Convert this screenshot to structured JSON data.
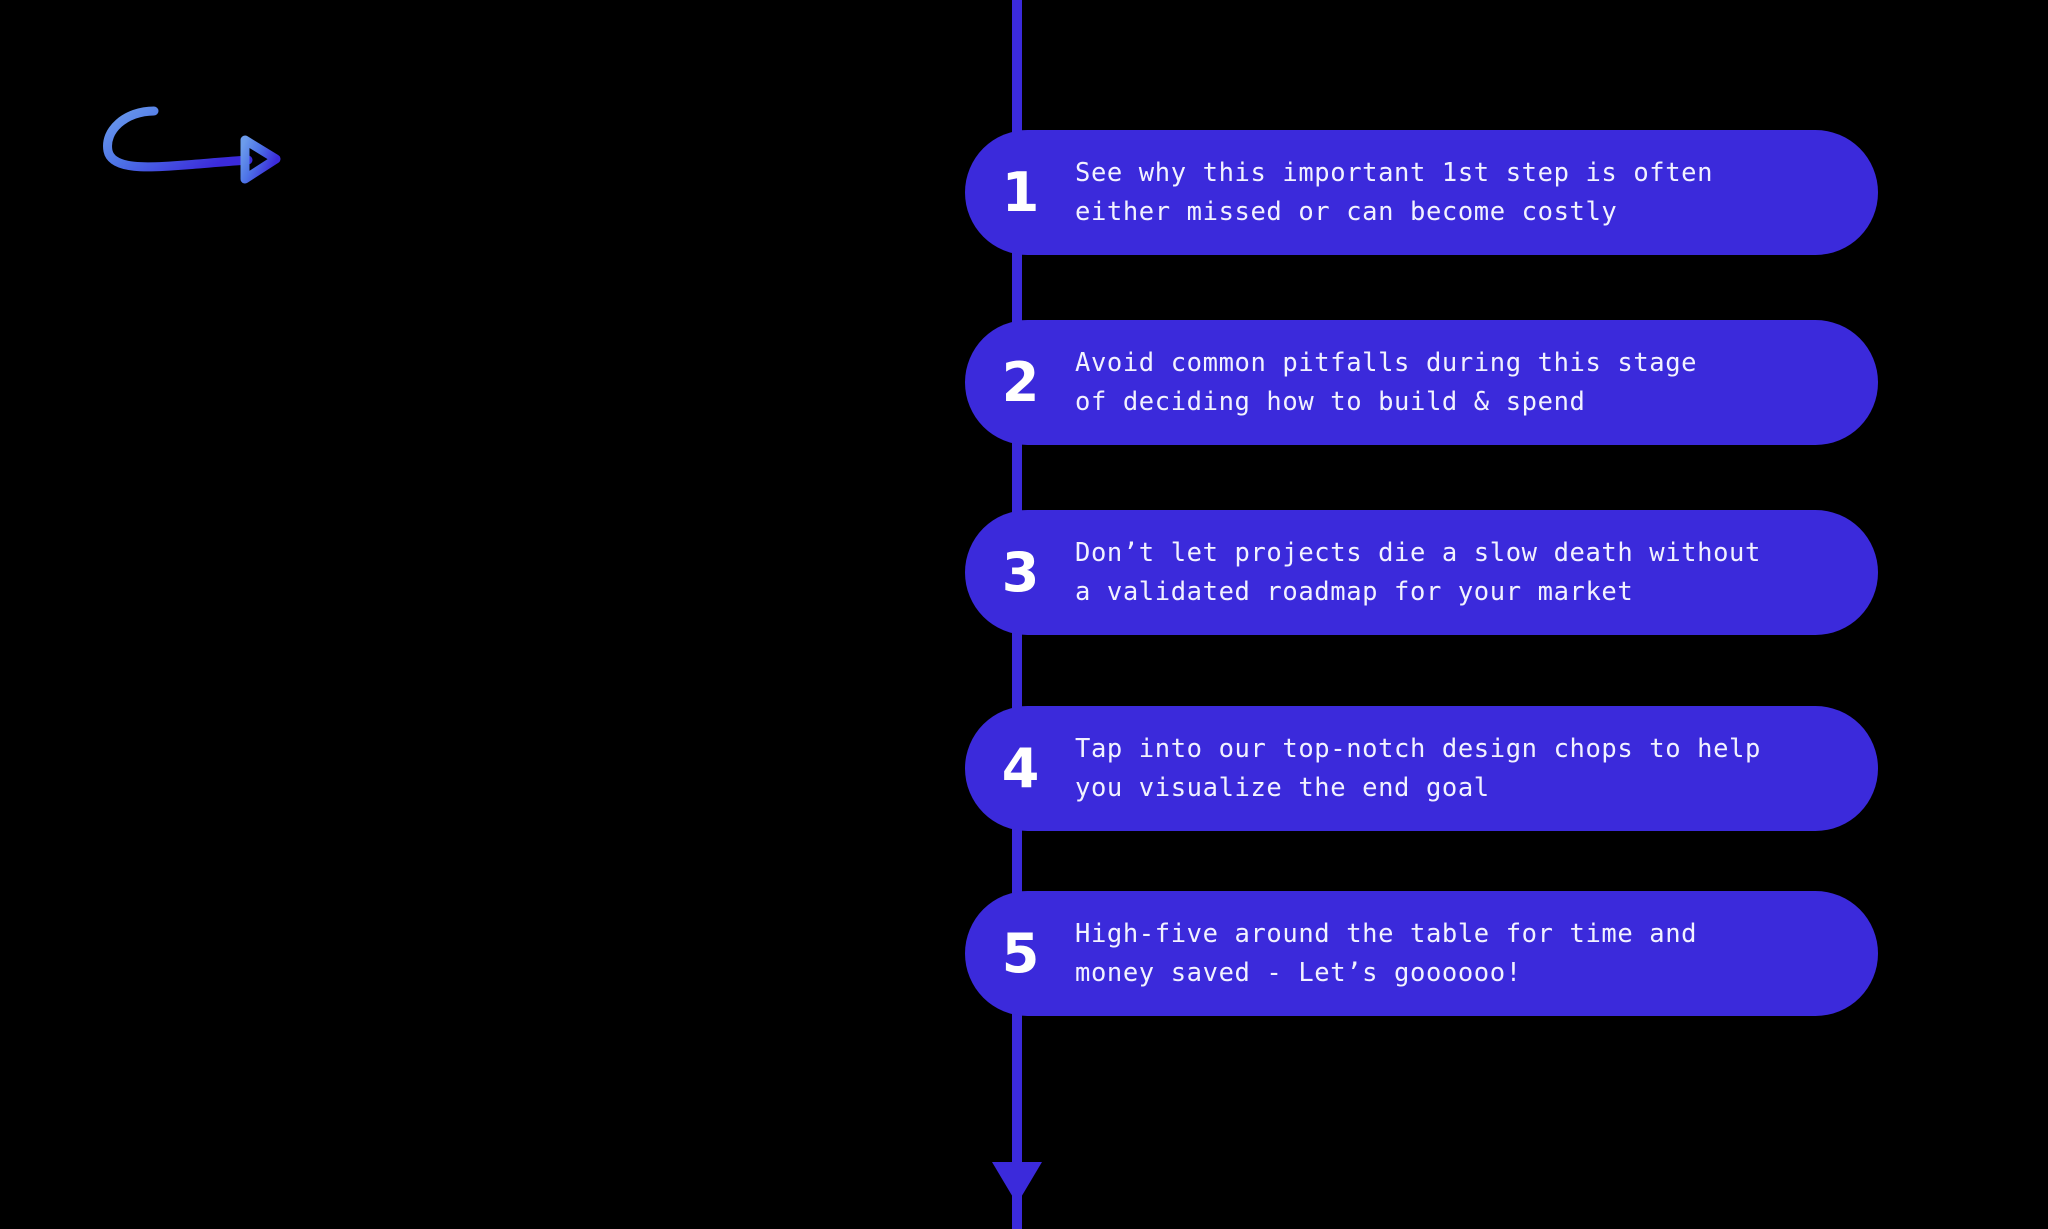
{
  "theme": {
    "background": "#000000",
    "pill_color": "#3B2ADB",
    "spine_color": "#3B2ADB",
    "text_color": "#F2F2FF",
    "number_color": "#FFFFFF",
    "arrow_gradient_start": "#5B92E8",
    "arrow_gradient_end": "#3B2ADB"
  },
  "decorations": {
    "curved_arrow_name": "curved-arrow-icon",
    "spine_name": "timeline-spine",
    "spine_arrowhead_name": "down-arrowhead-icon"
  },
  "timeline": {
    "steps": [
      {
        "number": "1",
        "text": "See why this important 1st step is often\neither missed or can become costly"
      },
      {
        "number": "2",
        "text": "Avoid common pitfalls during this stage\nof deciding how to build & spend"
      },
      {
        "number": "3",
        "text": "Don’t let projects die a slow death without\na validated roadmap for your market"
      },
      {
        "number": "4",
        "text": "Tap into our top-notch design chops to help\nyou visualize the end goal"
      },
      {
        "number": "5",
        "text": "High-five around the table for time and\nmoney saved - Let’s goooooo!"
      }
    ]
  }
}
